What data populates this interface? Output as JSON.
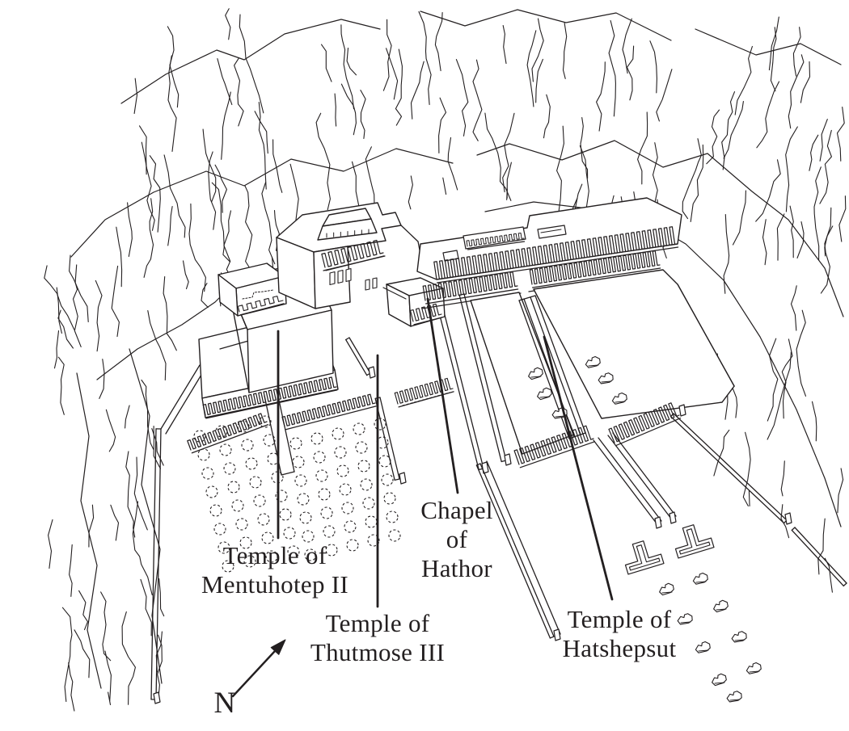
{
  "colors": {
    "ink": "#231f20",
    "paper": "#ffffff"
  },
  "labels": {
    "mentuhotep": {
      "lines": [
        "Temple of",
        "Mentuhotep II"
      ]
    },
    "thutmose": {
      "lines": [
        "Temple of",
        "Thutmose III"
      ]
    },
    "hathor": {
      "lines": [
        "Chapel",
        "of",
        "Hathor"
      ]
    },
    "hatshepsut": {
      "lines": [
        "Temple of",
        "Hatshepsut"
      ]
    }
  },
  "compass": {
    "label": "N",
    "arrow_points": "upper-right"
  }
}
